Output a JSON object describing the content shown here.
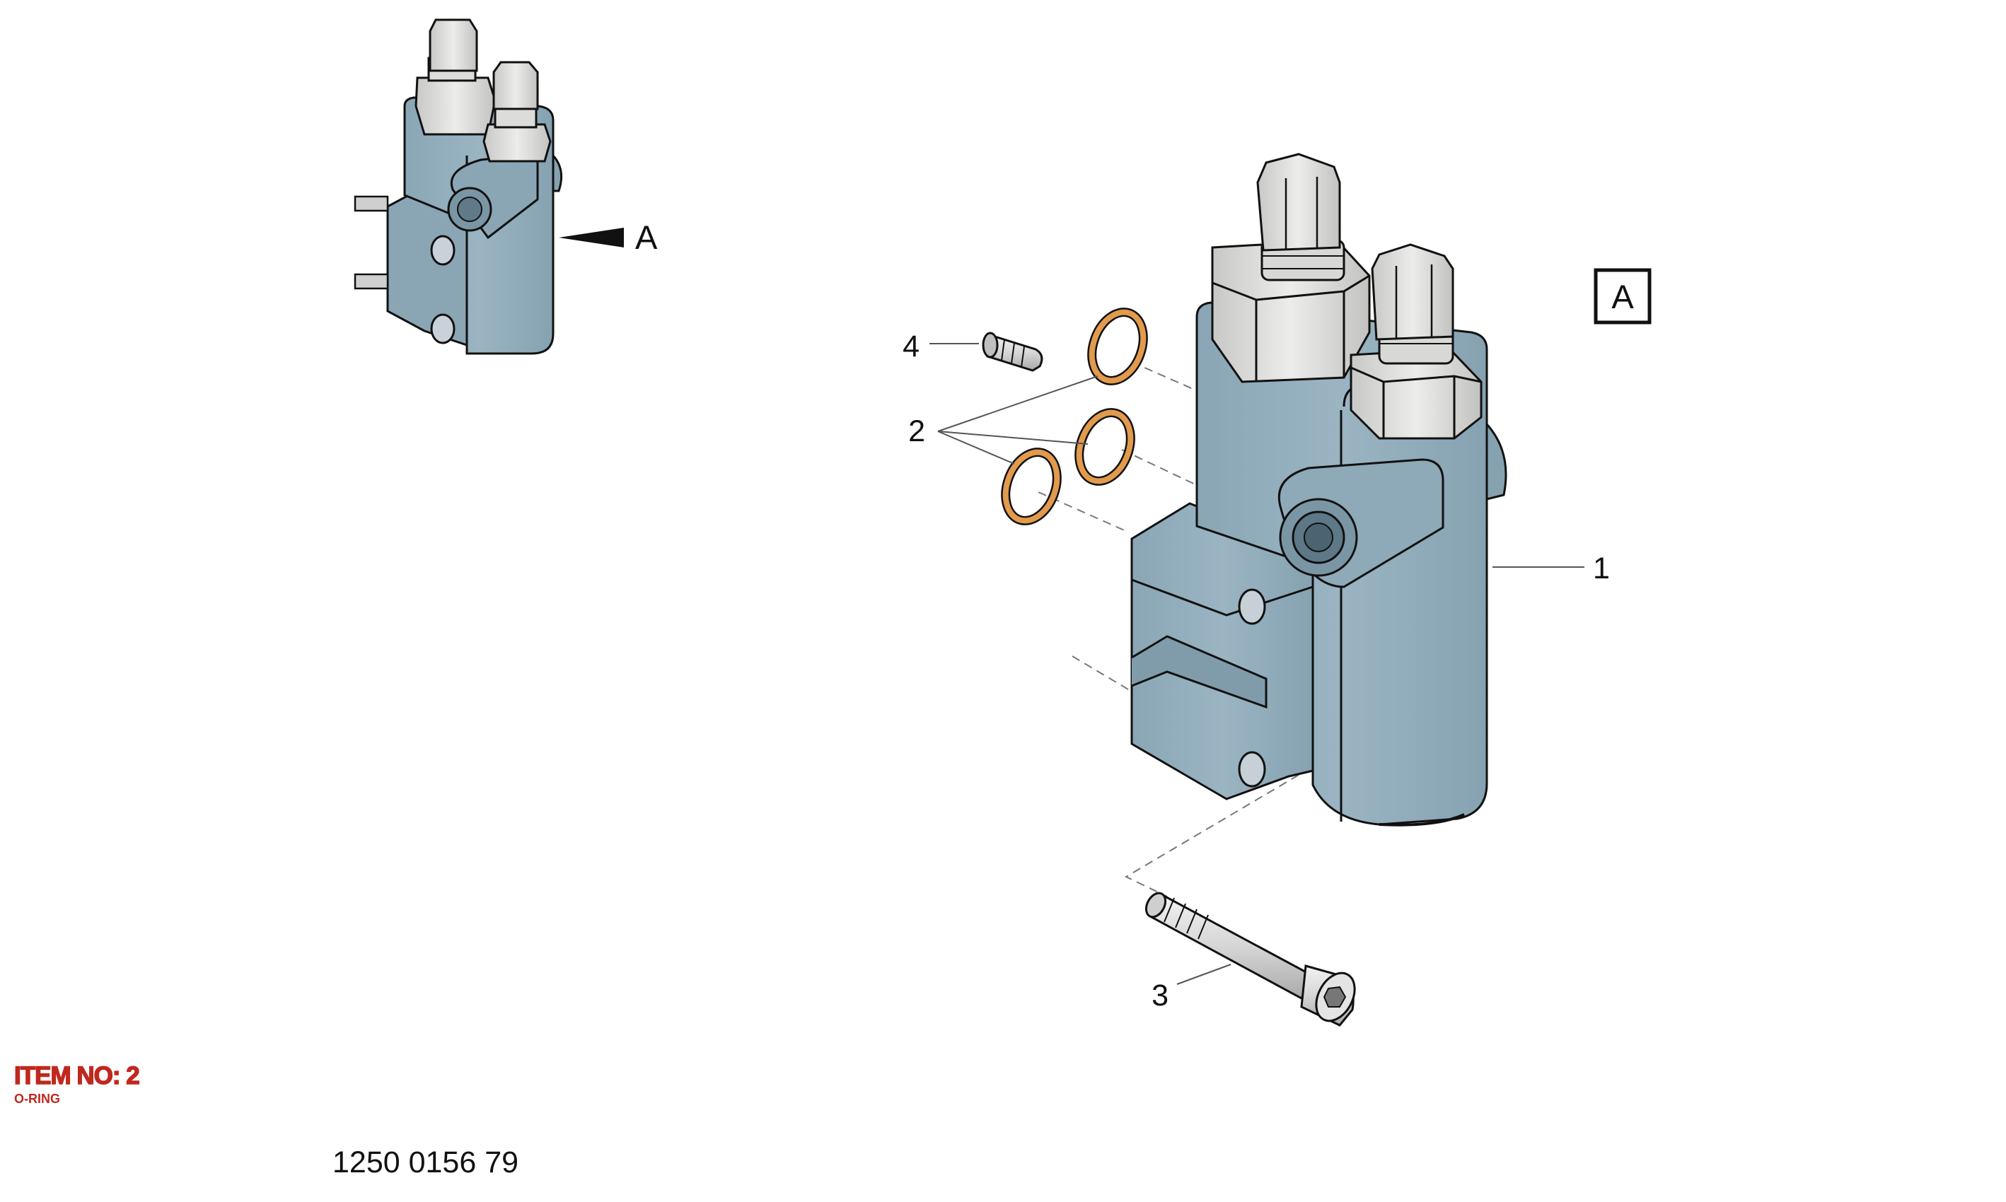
{
  "callouts": {
    "item_1": "1",
    "item_2": "2",
    "item_3": "3",
    "item_4": "4"
  },
  "view": {
    "arrow_label": "A",
    "box_label": "A"
  },
  "item": {
    "number_label": "ITEM NO: 2",
    "description": "O-RING"
  },
  "drawing_number": "1250 0156 79",
  "colors": {
    "body": "#94afbe",
    "body_shadow": "#7f9aa9",
    "fitting": "#dcdcda",
    "fitting_shadow": "#bdbdbb",
    "o_ring": "#e29a4c",
    "item_text": "#c0281e",
    "line": "#111111"
  },
  "parts": [
    {
      "callout": "1",
      "icon": "valve-body-icon"
    },
    {
      "callout": "2",
      "icon": "o-ring-icon"
    },
    {
      "callout": "3",
      "icon": "socket-head-screw-icon"
    },
    {
      "callout": "4",
      "icon": "set-screw-icon"
    }
  ]
}
